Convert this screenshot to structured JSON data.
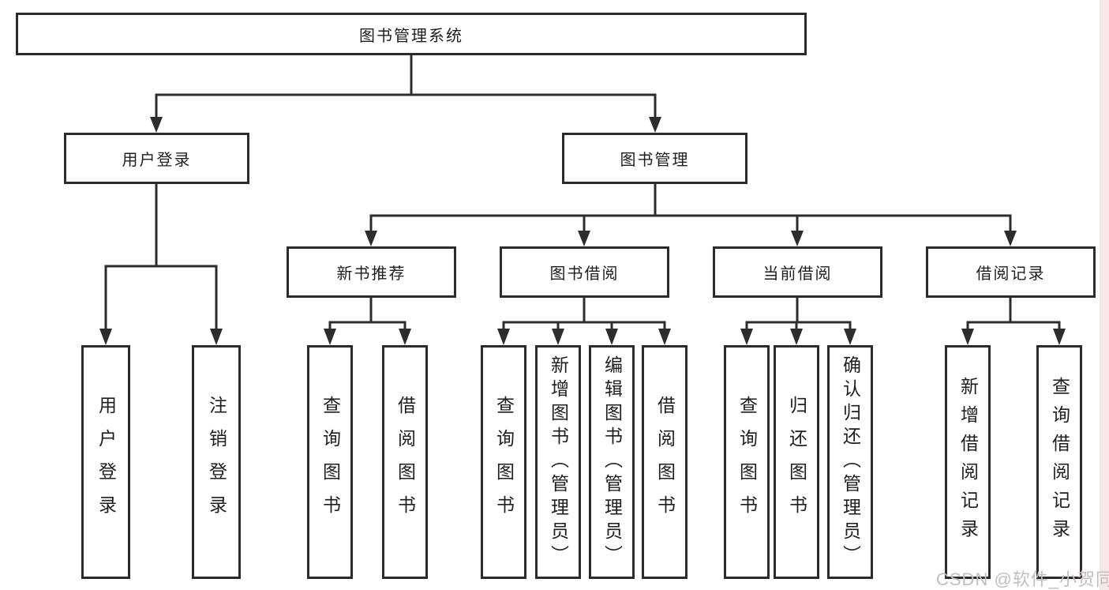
{
  "title": {
    "label": "图书管理系统"
  },
  "level1": [
    {
      "id": "user-login",
      "label": "用户登录"
    },
    {
      "id": "book-management",
      "label": "图书管理"
    }
  ],
  "level2": [
    {
      "id": "new-book-recommend",
      "label": "新书推荐",
      "parent": "图书管理"
    },
    {
      "id": "book-borrow",
      "label": "图书借阅",
      "parent": "图书管理"
    },
    {
      "id": "current-borrow",
      "label": "当前借阅",
      "parent": "图书管理"
    },
    {
      "id": "borrow-records",
      "label": "借阅记录",
      "parent": "图书管理"
    }
  ],
  "leaves": [
    {
      "parent": "用户登录",
      "label": "用户登录"
    },
    {
      "parent": "用户登录",
      "label": "注销登录"
    },
    {
      "parent": "新书推荐",
      "label": "查询图书"
    },
    {
      "parent": "新书推荐",
      "label": "借阅图书"
    },
    {
      "parent": "图书借阅",
      "label": "查询图书"
    },
    {
      "parent": "图书借阅",
      "label": "新增图书（管理员）"
    },
    {
      "parent": "图书借阅",
      "label": "编辑图书（管理员）"
    },
    {
      "parent": "图书借阅",
      "label": "借阅图书"
    },
    {
      "parent": "当前借阅",
      "label": "查询图书"
    },
    {
      "parent": "当前借阅",
      "label": "归还图书"
    },
    {
      "parent": "当前借阅",
      "label": "确认归还（管理员）"
    },
    {
      "parent": "借阅记录",
      "label": "新增借阅记录"
    },
    {
      "parent": "借阅记录",
      "label": "查询借阅记录"
    }
  ],
  "watermark": {
    "text": "CSDN @软件_小贺同学"
  },
  "colors": {
    "background": "#ffffff",
    "line": "#2d2d2d",
    "box_border": "#2b2b2b",
    "text": "#1e1e1e",
    "watermark": "#c7bcbc",
    "edge_strip": "#f6e8e8"
  }
}
